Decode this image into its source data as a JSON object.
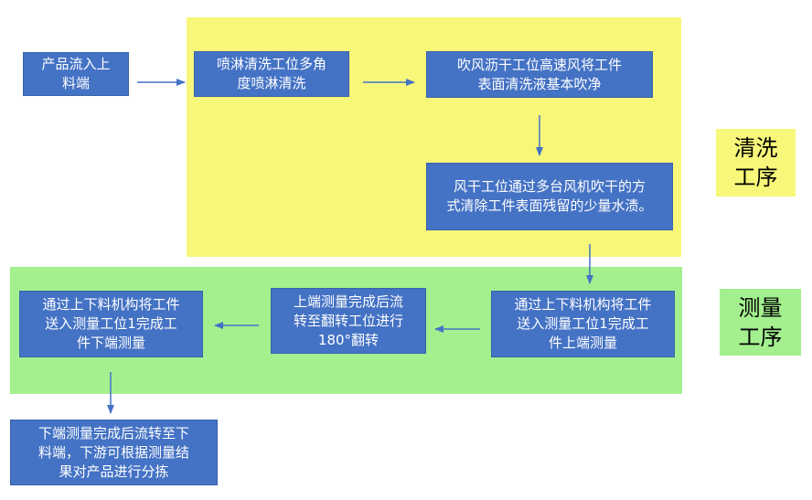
{
  "zones": {
    "cleaning_label": "清洗\n工序",
    "measuring_label": "测量\n工序"
  },
  "steps": {
    "s1": "产品流入上\n料端",
    "s2": "喷淋清洗工位多角\n度喷淋清洗",
    "s3": "吹风沥干工位高速风将工件\n表面清洗液基本吹净",
    "s4": "风干工位通过多台风机吹干的方\n式清除工件表面残留的少量水渍。",
    "s5": "通过上下料机构将工件\n送入测量工位1完成工\n件上端测量",
    "s6": "上端测量完成后流\n转至翻转工位进行\n180°翻转",
    "s7": "通过上下料机构将工件\n送入测量工位1完成工\n件下端测量",
    "s8": "下端测量完成后流转至下\n料端，下游可根据测量结\n果对产品进行分拣"
  },
  "colors": {
    "box_fill": "#4472c4",
    "cleaning_zone": "#f7f77a",
    "measuring_zone": "#a4f08f",
    "arrow": "#4472c4"
  }
}
